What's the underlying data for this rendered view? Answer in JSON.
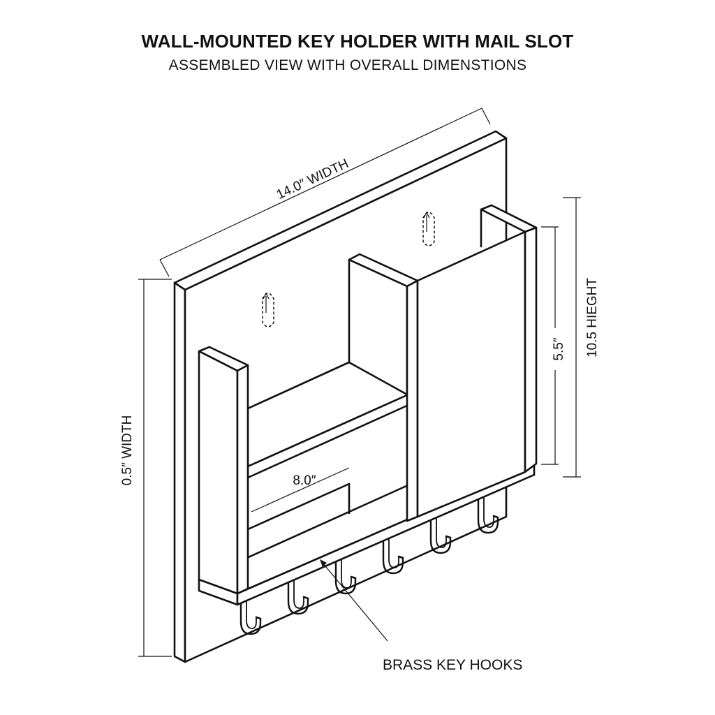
{
  "title": "WALL-MOUNTED KEY HOLDER WITH MAIL SLOT",
  "subtitle": "ASSEMBLED VIEW WITH OVERALL DIMENSTIONS",
  "dimensions": {
    "top_width": "14.0″ WIDTH",
    "left_depth": "0.5″   WIDTH",
    "shelf_width": "8.0″",
    "slot_height": "5.5″",
    "overall_height": "10.5 HIEGHT"
  },
  "callout": "BRASS KEY HOOKS",
  "components": {
    "hook_count": 6,
    "keyhole_count": 2
  }
}
